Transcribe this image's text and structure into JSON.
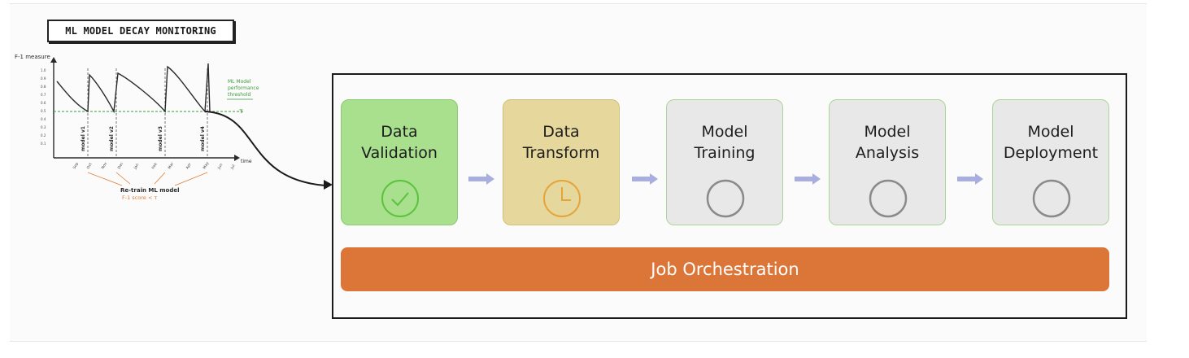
{
  "sketch": {
    "title": "ML MODEL DECAY MONITORING",
    "y_axis_label": "F-1 measure",
    "x_axis_label": "time",
    "y_ticks": [
      "1.0",
      "0.9",
      "0.8",
      "0.7",
      "0.6",
      "0.5",
      "0.4",
      "0.3",
      "0.2",
      "0.1"
    ],
    "x_ticks": [
      "Sep",
      "Oct",
      "Nov",
      "Dec",
      "Jan",
      "Feb",
      "Mar",
      "Apr",
      "May",
      "Jun",
      "Jul"
    ],
    "model_labels": [
      "model v1",
      "model v2",
      "model v3",
      "model v4"
    ],
    "threshold_note": [
      "ML Model",
      "performance",
      "threshold"
    ],
    "threshold_symbol": "τ",
    "retrain_note": "Re-train ML model",
    "retrain_condition": "F-1 score < τ",
    "colors": {
      "threshold": "#3f9a3f",
      "retrain": "#e07a2f",
      "line": "#2a2a2a"
    }
  },
  "pipeline": {
    "steps": [
      {
        "label": "Data\nValidation",
        "status": "done",
        "icon": "check-circle-icon",
        "color": "#a8e08e"
      },
      {
        "label": "Data\nTransform",
        "status": "running",
        "icon": "clock-icon",
        "color": "#e6d79c"
      },
      {
        "label": "Model\nTraining",
        "status": "pending",
        "icon": "empty-circle-icon",
        "color": "#e8e8e8"
      },
      {
        "label": "Model\nAnalysis",
        "status": "pending",
        "icon": "empty-circle-icon",
        "color": "#e8e8e8"
      },
      {
        "label": "Model\nDeployment",
        "status": "pending",
        "icon": "empty-circle-icon",
        "color": "#e8e8e8"
      }
    ],
    "orchestration_label": "Job Orchestration",
    "colors": {
      "arrow": "#a9aee0",
      "orchestration": "#dc7638",
      "done": "#5cc23c",
      "running": "#e5a43a",
      "pending": "#8a8a8a"
    }
  }
}
